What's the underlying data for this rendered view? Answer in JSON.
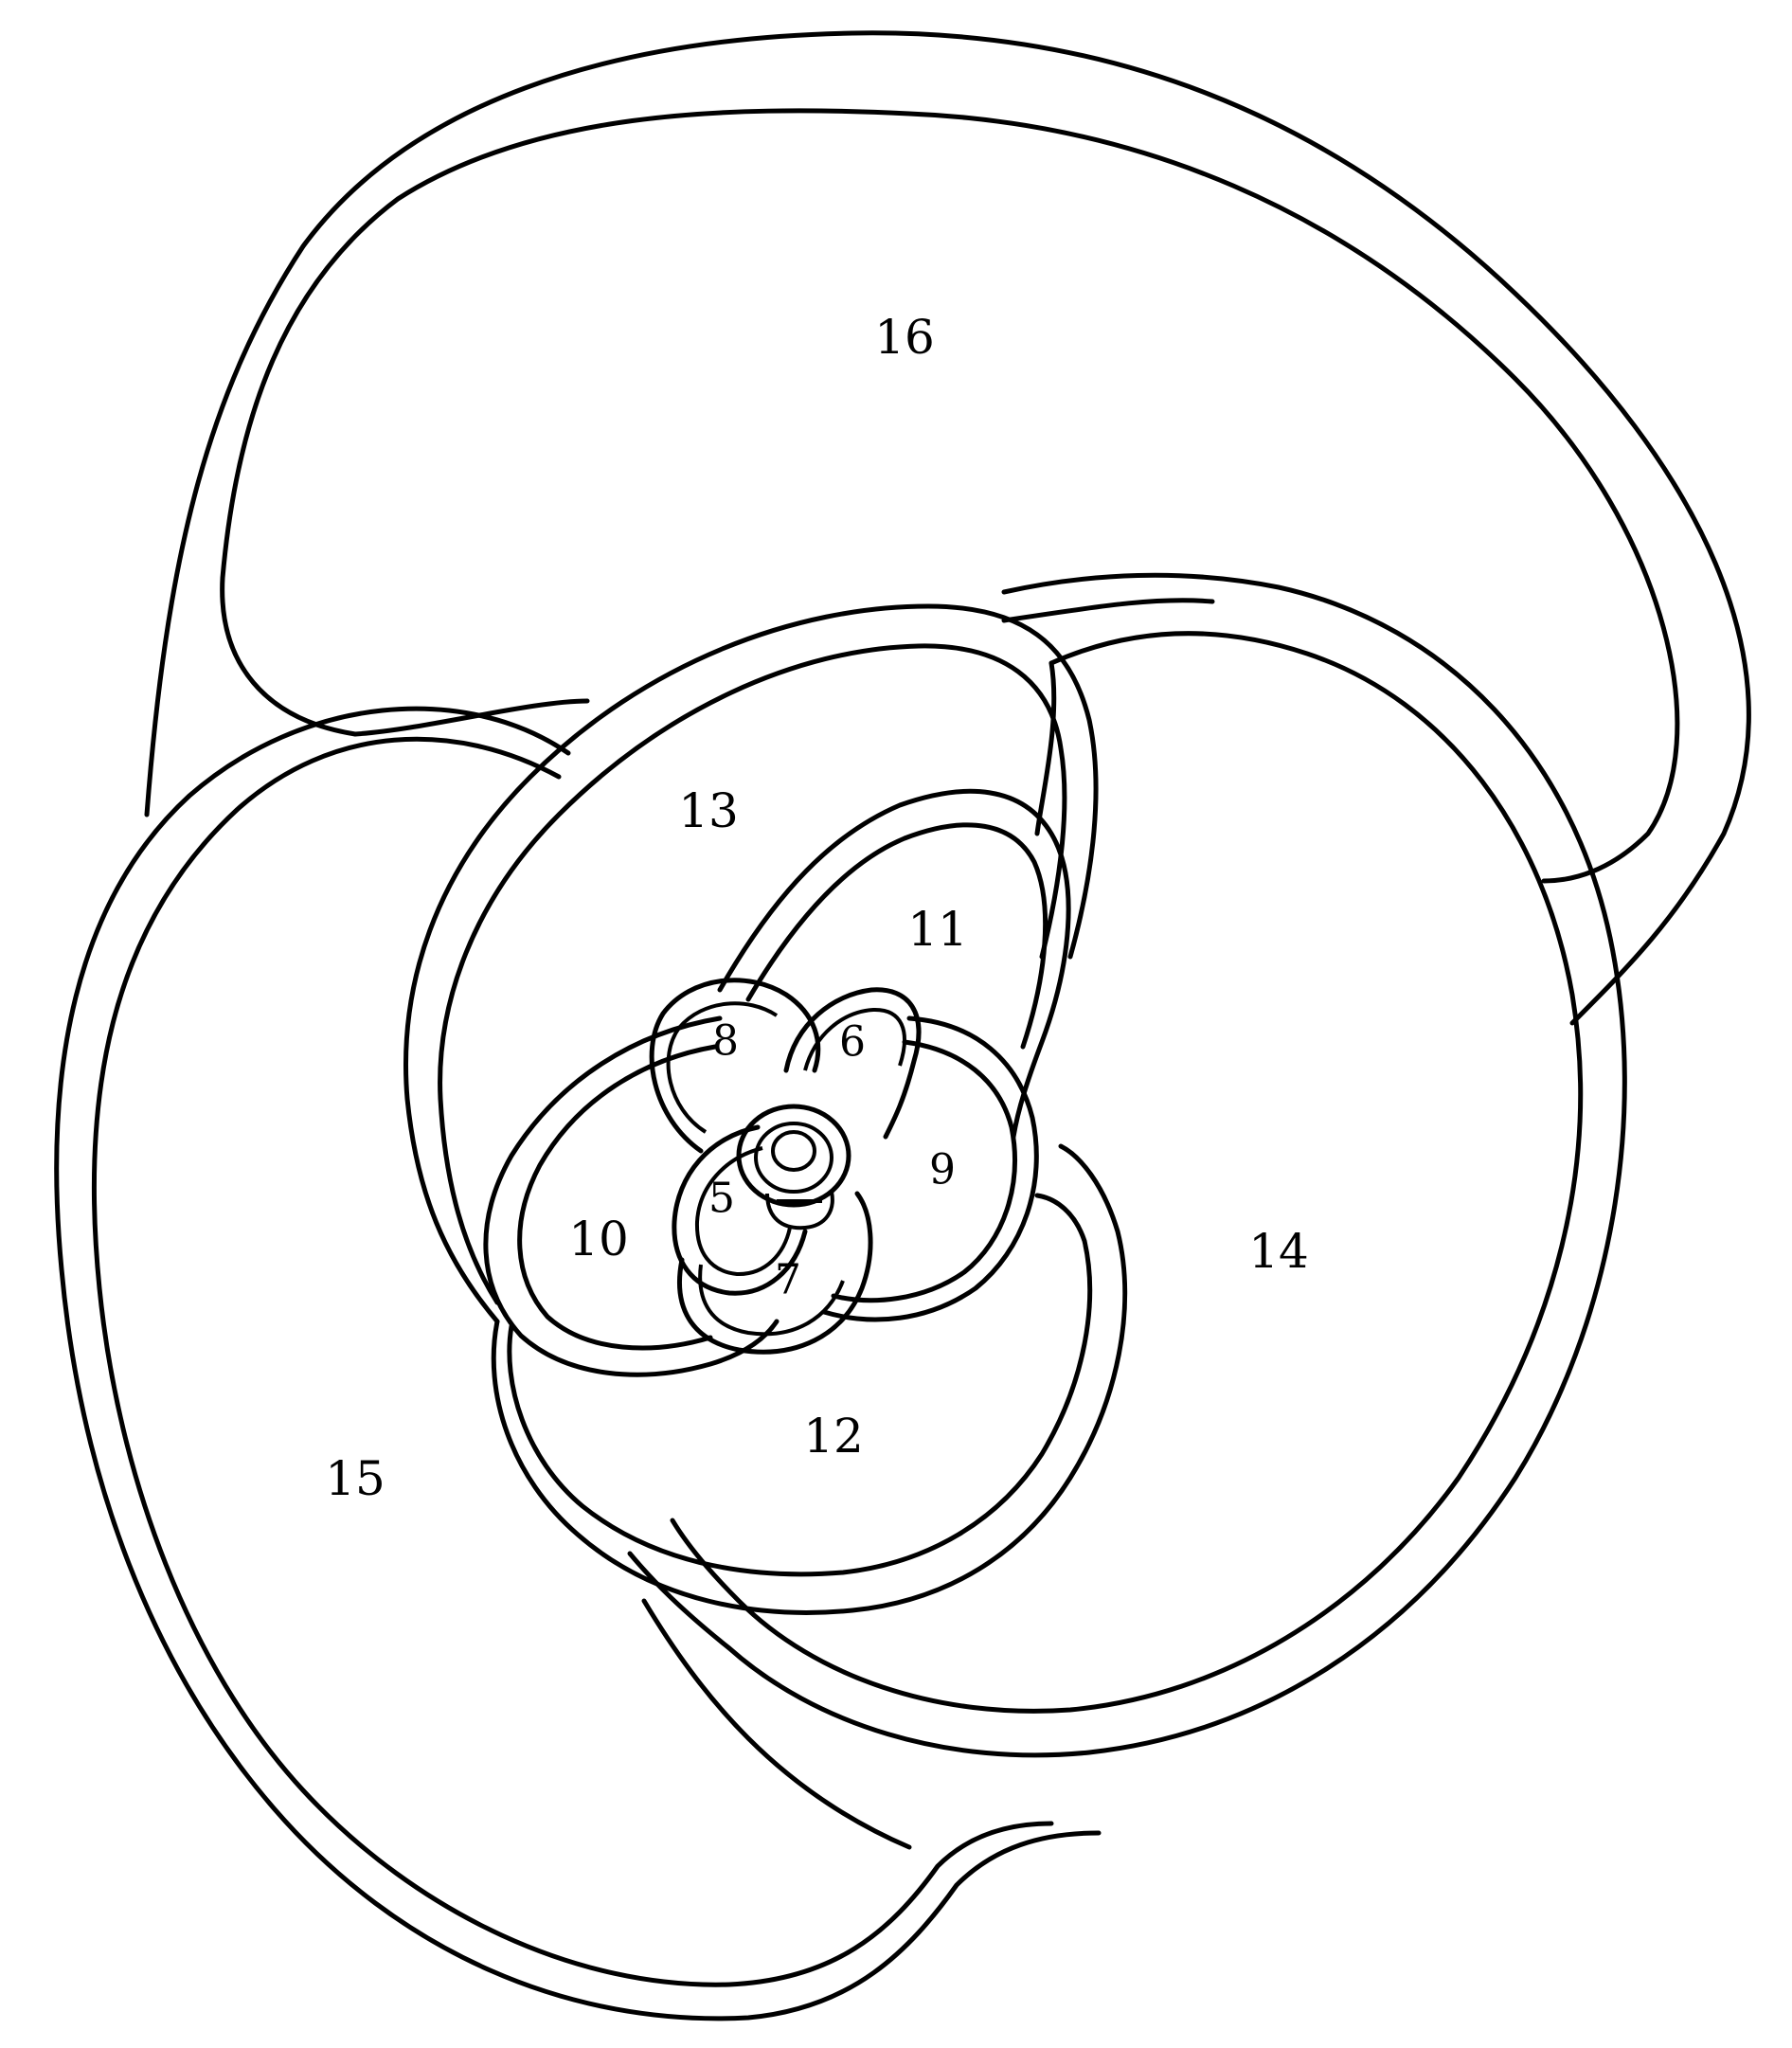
{
  "colors": {
    "background": "#ffffff",
    "ink": "#000000"
  },
  "labels": {
    "c5": "5",
    "c6": "6",
    "c7": "7",
    "c8": "8",
    "c9": "9",
    "c10": "10",
    "c11": "11",
    "c12": "12",
    "c13": "13",
    "c14": "14",
    "c15": "15",
    "c16": "16"
  }
}
